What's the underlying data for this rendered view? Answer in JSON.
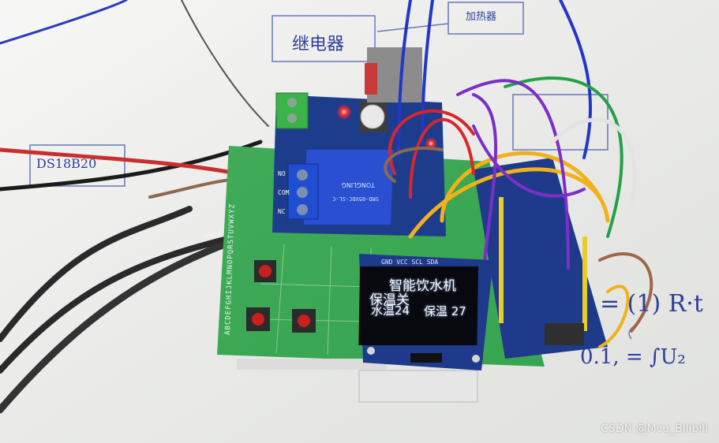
{
  "oled": {
    "line1": "智能饮水机",
    "line2": "保温关",
    "line3_left": "水温24",
    "line3_right": "保温 27",
    "header": "GND VCC SCL SDA"
  },
  "board": {
    "pins_left": "ABCDEFGHIJKLMNOPQRSTUVWXYZ",
    "relay_text": "SRD-05VDC-SL-C",
    "relay_brand": "TONGLING",
    "relay_pins": [
      "NO",
      "COM",
      "NC"
    ]
  },
  "handwriting": {
    "top": "继电器",
    "top_right": "加热器",
    "left_box": "DS18B20",
    "formula1": "= (1) R·t",
    "formula2": "0.1, = ∫U₂"
  },
  "watermark": "CSDN @Mcu_Bilibili",
  "colors": {
    "pcb": "#2fa34a",
    "oled_pcb": "#1f3a8a",
    "relay": "#2a4fd0",
    "terminal": "#1f4fd0",
    "paper": "#f3f4f1"
  }
}
